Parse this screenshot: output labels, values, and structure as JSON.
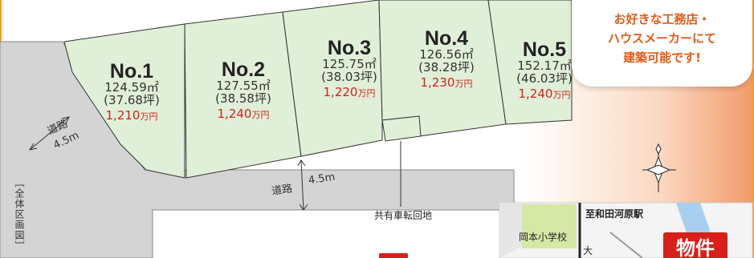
{
  "lots": [
    {
      "no": "No.1",
      "area": "124.59㎡",
      "tsubo": "(37.68坪)",
      "price": "1,210",
      "unit": "万円"
    },
    {
      "no": "No.2",
      "area": "127.55㎡",
      "tsubo": "(38.58坪)",
      "price": "1,240",
      "unit": "万円"
    },
    {
      "no": "No.3",
      "area": "125.75㎡",
      "tsubo": "(38.03坪)",
      "price": "1,220",
      "unit": "万円"
    },
    {
      "no": "No.4",
      "area": "126.56㎡",
      "tsubo": "(38.28坪)",
      "price": "1,230",
      "unit": "万円"
    },
    {
      "no": "No.5",
      "area": "152.17㎡",
      "tsubo": "(46.03坪)",
      "price": "1,240",
      "unit": "万円"
    }
  ],
  "roads": {
    "left_label": "道路",
    "left_width": "4.5m",
    "main_label": "道路",
    "main_width": "4.5m"
  },
  "turnaround_label": "共有車転回地",
  "plan_title": "［全体区画図］",
  "callout_lines": [
    "お好きな工務店・",
    "ハウスメーカーにて",
    "建築可能です!"
  ],
  "map": {
    "station": "至和田河原駅",
    "school": "岡本小学校",
    "partial_char": "大",
    "badge": "物件"
  },
  "colors": {
    "lot_fill": "#e0efd8",
    "road_fill": "#d4d4d4",
    "price": "#d6201c",
    "callout_text": "#e25b18",
    "accent": "#d8201b"
  }
}
